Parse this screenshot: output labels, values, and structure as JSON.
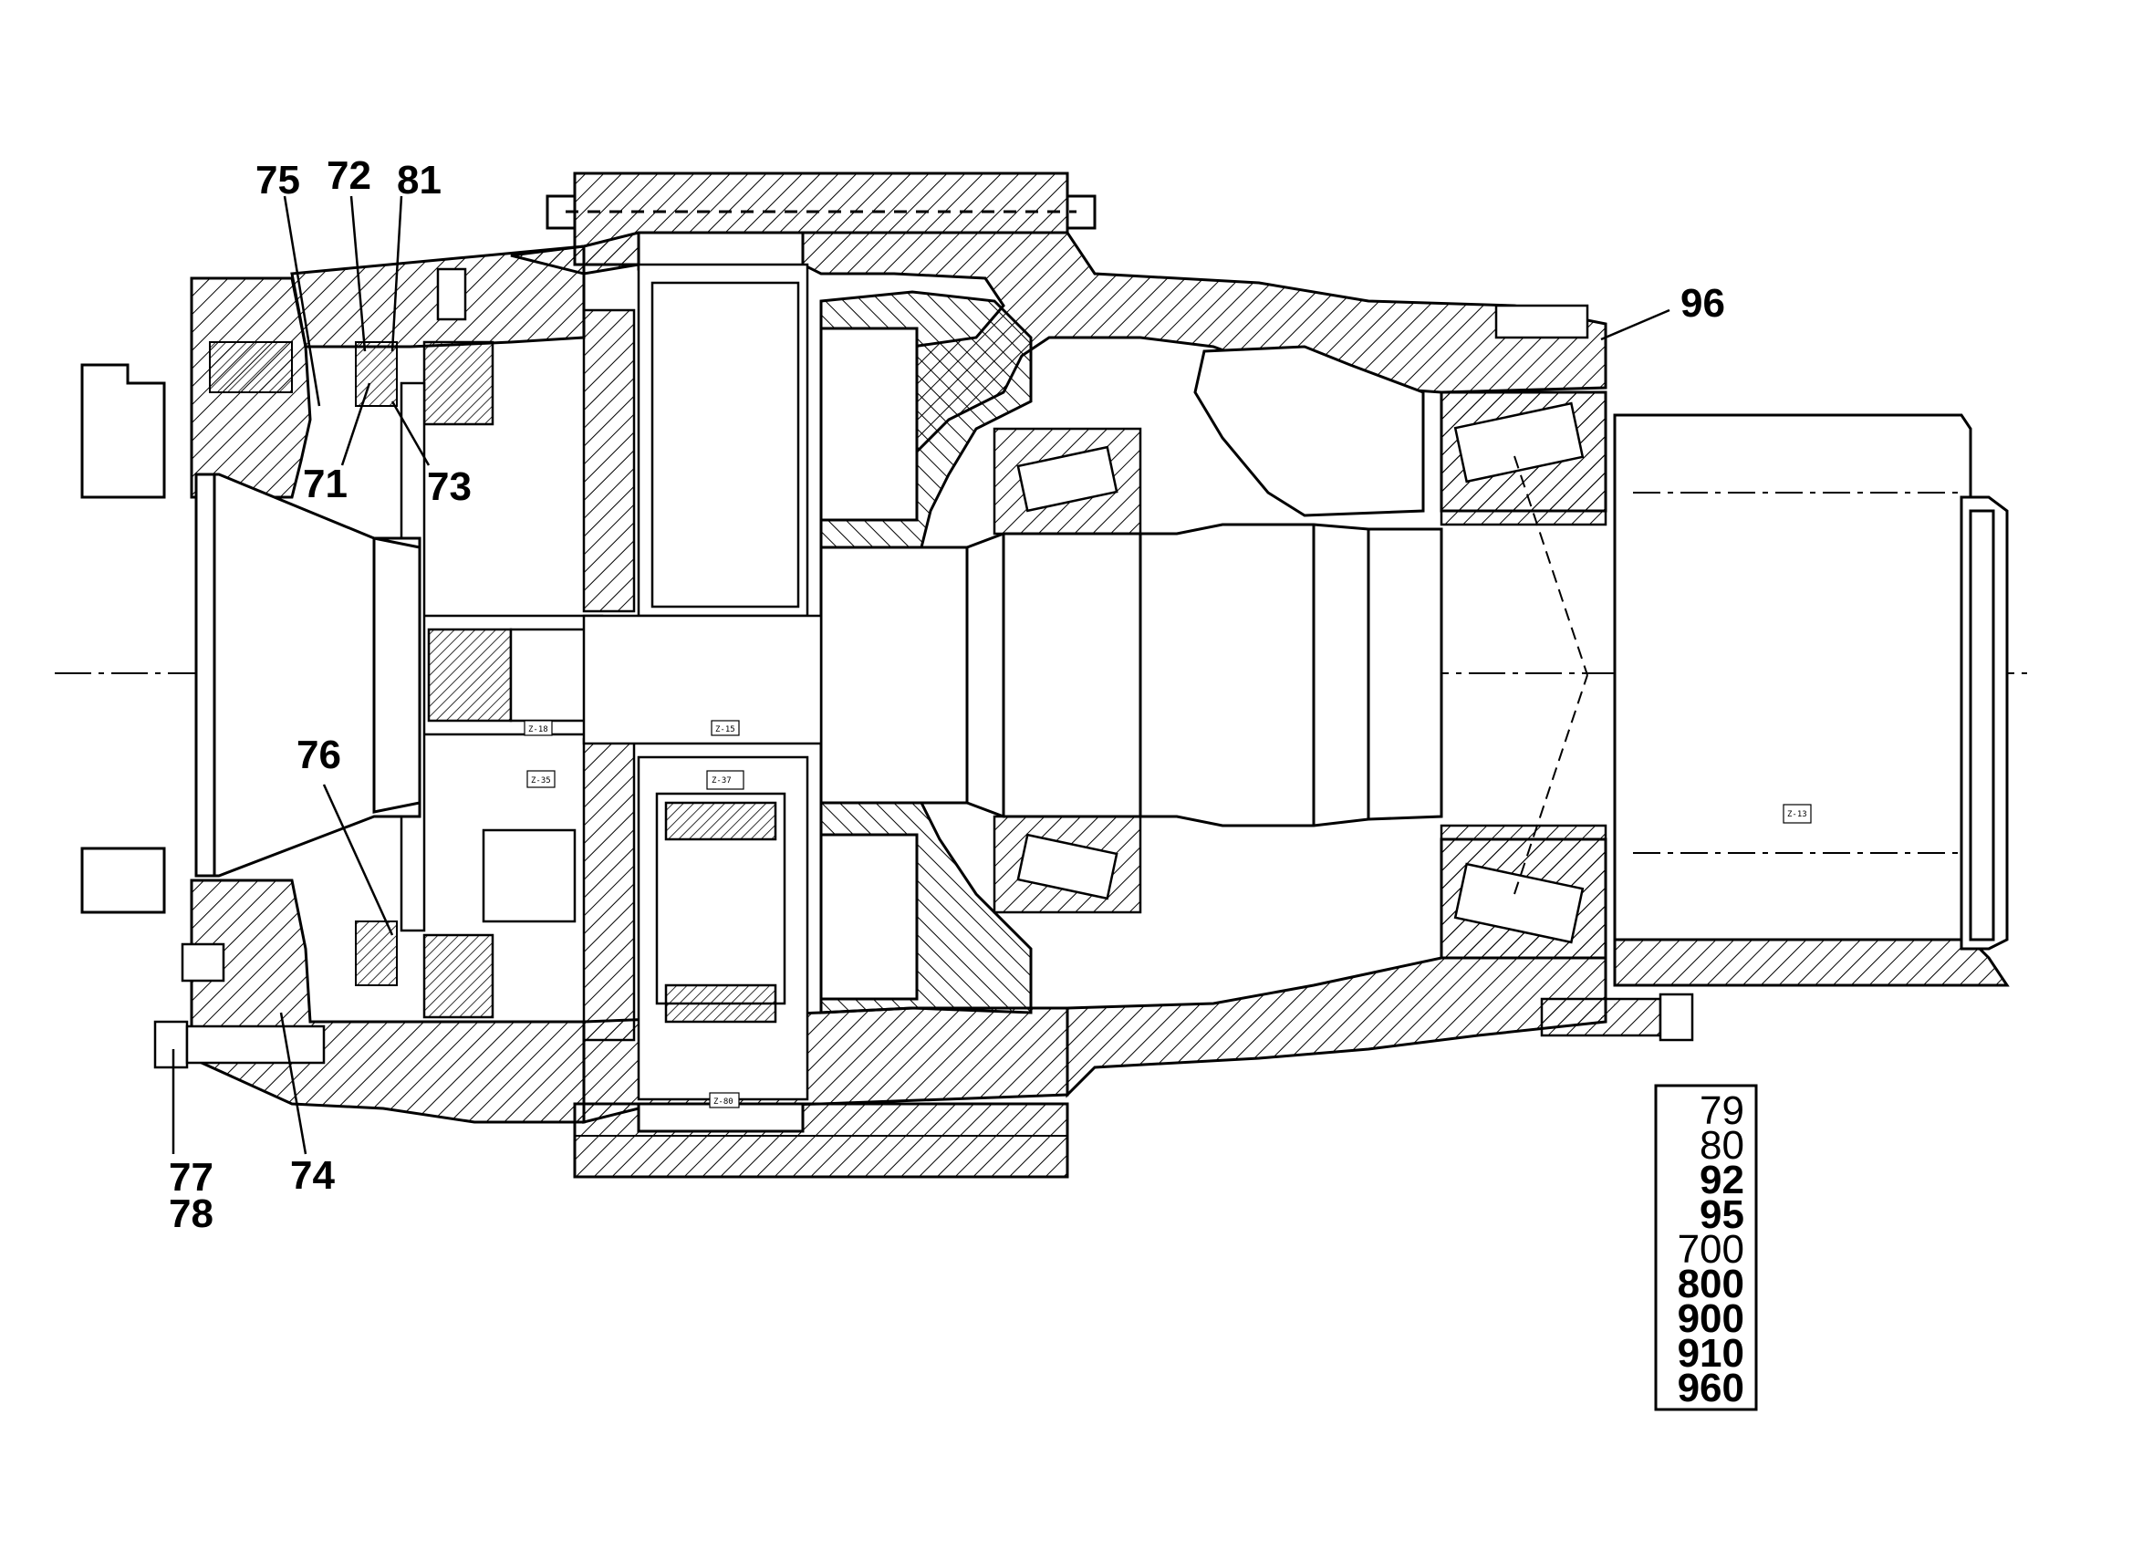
{
  "callouts": {
    "c75": "75",
    "c72": "72",
    "c81": "81",
    "c71": "71",
    "c73": "73",
    "c96": "96",
    "c76": "76",
    "c77": "77",
    "c78": "78",
    "c74": "74"
  },
  "gear_tags": {
    "z18": "Z-18",
    "z15": "Z-15",
    "z35": "Z-35",
    "z37": "Z-37",
    "z80": "Z-80",
    "z13": "Z-13"
  },
  "part_list": [
    "79",
    "80",
    "92",
    "95",
    "700",
    "800",
    "900",
    "910",
    "960"
  ]
}
